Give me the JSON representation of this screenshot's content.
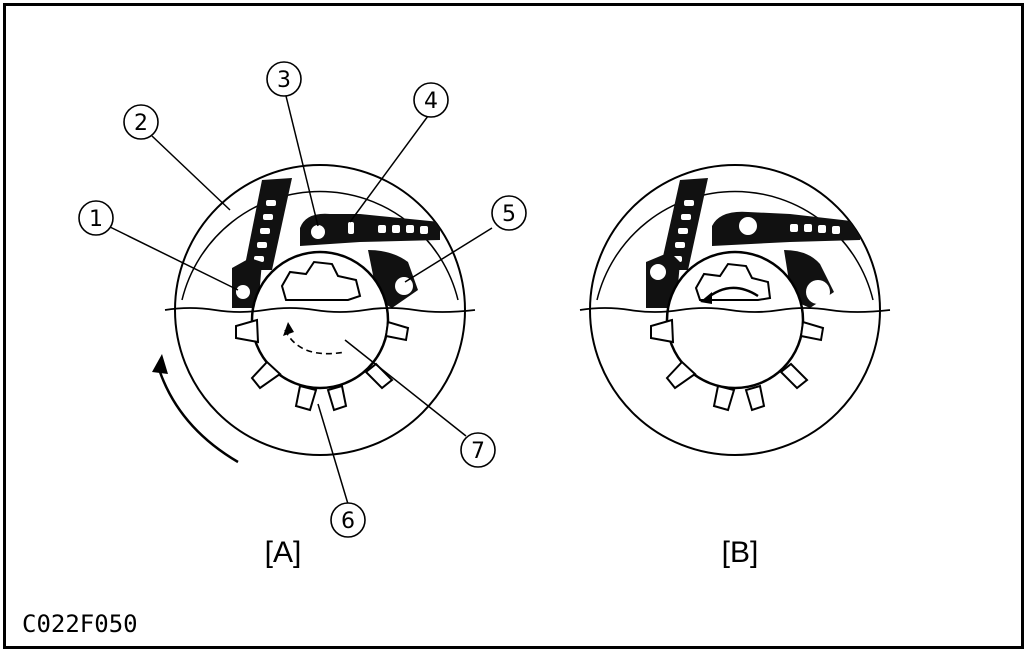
{
  "figure_code": "C022F050",
  "panels": [
    {
      "id": "A",
      "label": "[A]"
    },
    {
      "id": "B",
      "label": "[B]"
    }
  ],
  "callouts": [
    {
      "n": "1"
    },
    {
      "n": "2"
    },
    {
      "n": "3"
    },
    {
      "n": "4"
    },
    {
      "n": "5"
    },
    {
      "n": "6"
    },
    {
      "n": "7"
    }
  ],
  "colors": {
    "ink": "#000000",
    "paper": "#ffffff"
  }
}
